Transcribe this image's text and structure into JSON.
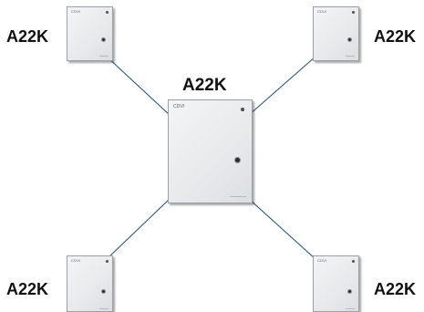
{
  "diagram": {
    "link_color": "#1f4a6e",
    "device_brand": "CDVI",
    "center": {
      "label": "A22K"
    },
    "satellites": [
      {
        "label": "A22K"
      },
      {
        "label": "A22K"
      },
      {
        "label": "A22K"
      },
      {
        "label": "A22K"
      }
    ]
  }
}
